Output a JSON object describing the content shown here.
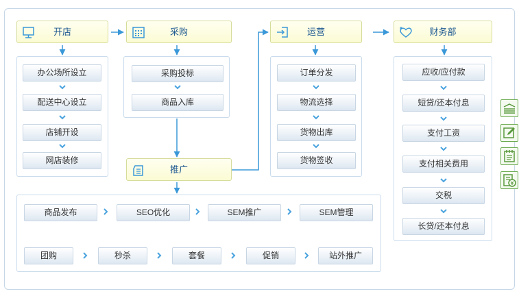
{
  "stages": {
    "open_store": {
      "title": "开店",
      "icon": "monitor-icon",
      "items": [
        "办公场所设立",
        "配送中心设立",
        "店铺开设",
        "网店装修"
      ]
    },
    "purchase": {
      "title": "采购",
      "icon": "calendar-icon",
      "items": [
        "采购投标",
        "商品入库"
      ]
    },
    "promotion": {
      "title": "推广",
      "icon": "clipboard-icon",
      "row1": [
        "商品发布",
        "SEO优化",
        "SEM推广",
        "SEM管理"
      ],
      "row2": [
        "团购",
        "秒杀",
        "套餐",
        "促销",
        "站外推广"
      ]
    },
    "operations": {
      "title": "运营",
      "icon": "login-arrow-icon",
      "items": [
        "订单分发",
        "物流选择",
        "货物出库",
        "货物签收"
      ]
    },
    "finance": {
      "title": "财务部",
      "icon": "heart-plus-icon",
      "items": [
        "应收/应付款",
        "短贷/还本付息",
        "支付工资",
        "支付相关费用",
        "交税",
        "长贷/还本付息"
      ]
    }
  },
  "side_tools": [
    "stack-icon",
    "edit-icon",
    "notepad-icon",
    "money-coin-icon"
  ],
  "colors": {
    "arrow": "#3a98d8",
    "chevron": "#4aa3de",
    "header_border": "#d6dc9a",
    "panel_border": "#c9dbec",
    "side_green": "#6cab50"
  }
}
